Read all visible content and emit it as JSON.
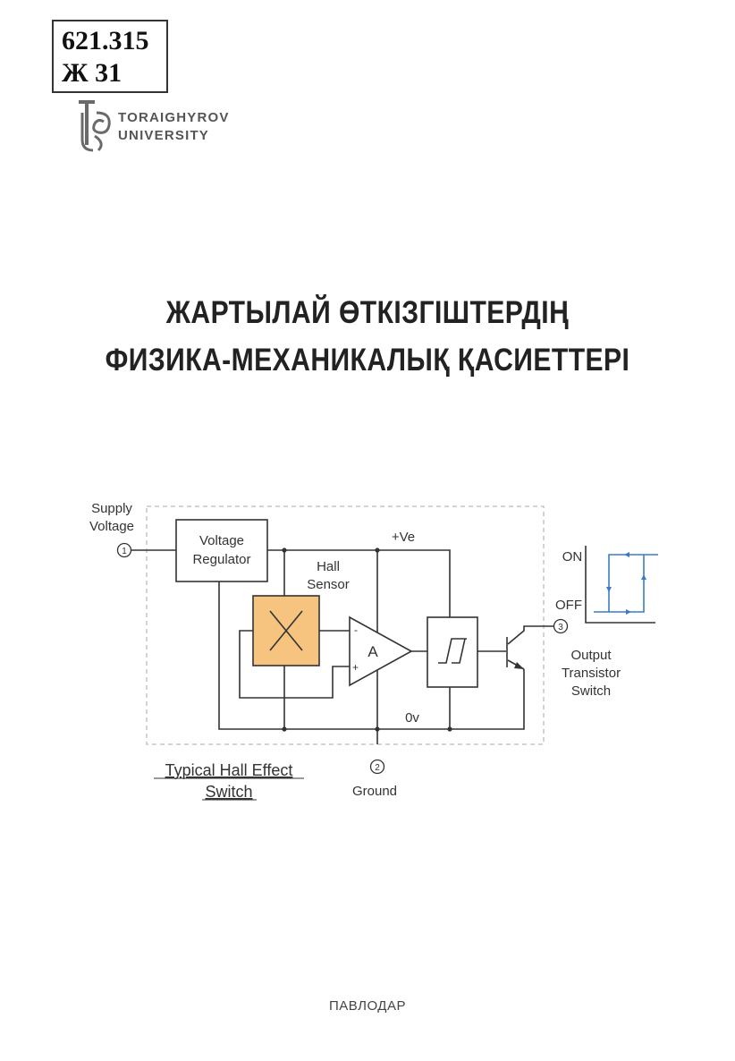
{
  "catalog": {
    "line1": "621.315",
    "line2": "Ж 31"
  },
  "logo": {
    "line1": "TORAIGHYROV",
    "line2": "UNIVERSITY"
  },
  "title": {
    "line1": "ЖАРТЫЛАЙ ӨТКІЗГІШТЕРДІҢ",
    "line2": "ФИЗИКА-МЕХАНИКАЛЫҚ ҚАСИЕТТЕРІ"
  },
  "diagram": {
    "supply_line1": "Supply",
    "supply_line2": "Voltage",
    "pin1": "1",
    "regulator_line1": "Voltage",
    "regulator_line2": "Regulator",
    "plus_ve": "+Ve",
    "hall_line1": "Hall",
    "hall_line2": "Sensor",
    "amp": "A",
    "amp_minus": "-",
    "amp_plus": "+",
    "zero_v": "0v",
    "pin2": "2",
    "ground": "Ground",
    "pin3": "3",
    "on": "ON",
    "off": "OFF",
    "output_line1": "Output",
    "output_line2": "Transistor",
    "output_line3": "Switch",
    "caption_line1": "Typical Hall Effect",
    "caption_line2": "Switch",
    "colors": {
      "sensor_fill": "#f6c47e",
      "graph_line": "#3a7bc8",
      "wire": "#333333"
    }
  },
  "footer": {
    "city": "ПАВЛОДАР"
  }
}
